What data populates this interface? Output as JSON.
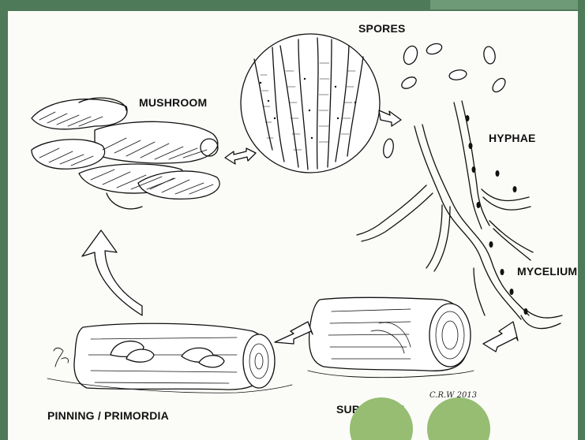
{
  "labels": {
    "spores": "SPORES",
    "mushroom": "MUSHROOM",
    "hyphae": "HYPHAE",
    "mycelium": "MYCELIUM",
    "pinning": "PINNING / PRIMORDIA",
    "substrate": "SUBSTRATE"
  },
  "signature": "C.R.W 2013",
  "colors": {
    "frame": "#4e7a5a",
    "frame_tab": "#6f9a78",
    "paper": "#fbfbf8",
    "ink": "#111111",
    "circle_deco": "#96bd72"
  }
}
